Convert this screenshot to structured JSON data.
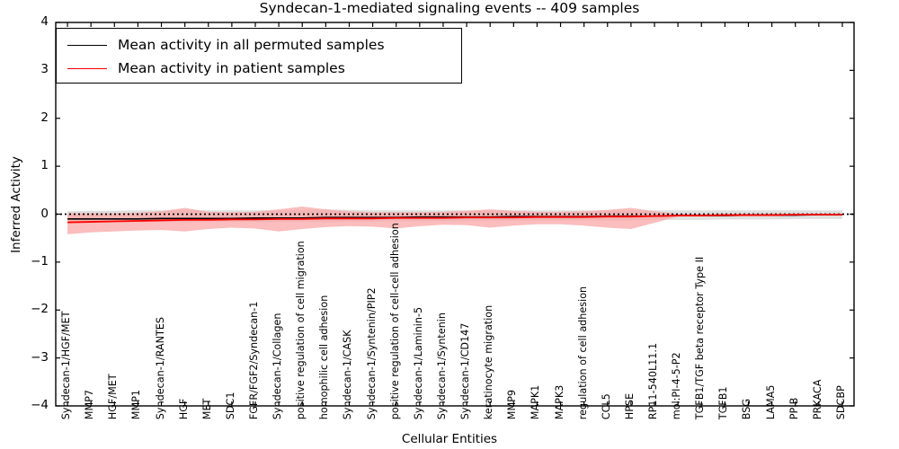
{
  "chart_data": {
    "type": "line",
    "title": "Syndecan-1-mediated signaling events -- 409 samples",
    "xlabel": "Cellular Entities",
    "ylabel": "Inferred Activity",
    "ylim": [
      -4,
      4
    ],
    "yticks": [
      -4,
      -3,
      -2,
      -1,
      0,
      1,
      2,
      3,
      4
    ],
    "ytick_labels": [
      "−4",
      "−3",
      "−2",
      "−1",
      "0",
      "1",
      "2",
      "3",
      "4"
    ],
    "grid": false,
    "legend_position": "upper left",
    "colors": {
      "permuted_line": "#000000",
      "patient_line": "#ff0000",
      "permuted_band": "#d9d9d9",
      "patient_band": "#f9a7a7",
      "axis": "#000000",
      "background": "#ffffff"
    },
    "legend": [
      {
        "label": "Mean activity in all permuted samples",
        "color": "#000000"
      },
      {
        "label": "Mean activity in patient samples",
        "color": "#ff0000"
      }
    ],
    "categories": [
      "Syndecan-1/HGF/MET",
      "MMP7",
      "HGF/MET",
      "MMP1",
      "Syndecan-1/RANTES",
      "HGF",
      "MET",
      "SDC1",
      "FGFR/FGF2/Syndecan-1",
      "Syndecan-1/Collagen",
      "positive regulation of cell migration",
      "homophilic cell adhesion",
      "Syndecan-1/CASK",
      "Syndecan-1/Syntenin/PIP2",
      "positive regulation of cell-cell adhesion",
      "Syndecan-1/Laminin-5",
      "Syndecan-1/Syntenin",
      "Syndecan-1/CD147",
      "keratinocyte migration",
      "MMP9",
      "MAPK1",
      "MAPK3",
      "regulation of cell adhesion",
      "CCL5",
      "HPSE",
      "RP11-540L11.1",
      "mol:PI-4-5-P2",
      "TGFB1/TGF beta receptor Type II",
      "TGFB1",
      "BSG",
      "LAMA5",
      "PPIB",
      "PRKACA",
      "SDCBP"
    ],
    "series": [
      {
        "name": "Mean activity in all permuted samples",
        "color": "#000000",
        "style": "solid-with-dotted-overlay",
        "values": [
          -0.1,
          -0.1,
          -0.1,
          -0.1,
          -0.09,
          -0.09,
          -0.09,
          -0.09,
          -0.08,
          -0.08,
          -0.08,
          -0.07,
          -0.07,
          -0.07,
          -0.07,
          -0.06,
          -0.06,
          -0.06,
          -0.06,
          -0.05,
          -0.05,
          -0.05,
          -0.05,
          -0.04,
          -0.04,
          -0.04,
          -0.03,
          -0.03,
          -0.03,
          -0.02,
          -0.02,
          -0.02,
          -0.01,
          -0.01
        ],
        "band_upper": [
          0.06,
          0.07,
          0.07,
          0.08,
          0.08,
          0.09,
          0.08,
          0.08,
          0.08,
          0.08,
          0.09,
          0.1,
          0.09,
          0.08,
          0.08,
          0.08,
          0.08,
          0.08,
          0.08,
          0.08,
          0.08,
          0.08,
          0.08,
          0.08,
          0.08,
          0.08,
          0.08,
          0.08,
          0.08,
          0.08,
          0.08,
          0.08,
          0.08,
          0.08
        ],
        "band_lower": [
          -0.14,
          -0.15,
          -0.15,
          -0.16,
          -0.16,
          -0.17,
          -0.16,
          -0.16,
          -0.16,
          -0.16,
          -0.16,
          -0.17,
          -0.16,
          -0.16,
          -0.15,
          -0.15,
          -0.15,
          -0.15,
          -0.14,
          -0.14,
          -0.14,
          -0.14,
          -0.13,
          -0.13,
          -0.13,
          -0.12,
          -0.12,
          -0.12,
          -0.11,
          -0.11,
          -0.11,
          -0.1,
          -0.1,
          -0.1
        ]
      },
      {
        "name": "Mean activity in patient samples",
        "color": "#ff0000",
        "style": "solid",
        "values": [
          -0.17,
          -0.16,
          -0.15,
          -0.14,
          -0.13,
          -0.12,
          -0.12,
          -0.11,
          -0.11,
          -0.1,
          -0.1,
          -0.09,
          -0.09,
          -0.09,
          -0.08,
          -0.08,
          -0.08,
          -0.07,
          -0.07,
          -0.07,
          -0.06,
          -0.06,
          -0.06,
          -0.05,
          -0.05,
          -0.04,
          -0.03,
          -0.03,
          -0.02,
          -0.02,
          -0.02,
          -0.01,
          -0.01,
          -0.01
        ],
        "band_upper": [
          0.02,
          0.02,
          0.02,
          0.03,
          0.06,
          0.13,
          0.05,
          0.04,
          0.05,
          0.1,
          0.16,
          0.1,
          0.06,
          0.04,
          0.04,
          0.04,
          0.05,
          0.07,
          0.1,
          0.07,
          0.05,
          0.05,
          0.06,
          0.09,
          0.13,
          0.06,
          0.01,
          0.01,
          0.01,
          0.01,
          0.01,
          0.01,
          0.01,
          0.01
        ],
        "band_lower": [
          -0.42,
          -0.38,
          -0.36,
          -0.34,
          -0.33,
          -0.36,
          -0.31,
          -0.28,
          -0.3,
          -0.36,
          -0.31,
          -0.27,
          -0.25,
          -0.26,
          -0.3,
          -0.25,
          -0.22,
          -0.23,
          -0.28,
          -0.24,
          -0.21,
          -0.21,
          -0.24,
          -0.28,
          -0.31,
          -0.18,
          -0.05,
          -0.04,
          -0.03,
          -0.03,
          -0.03,
          -0.03,
          -0.02,
          -0.02
        ]
      }
    ]
  }
}
